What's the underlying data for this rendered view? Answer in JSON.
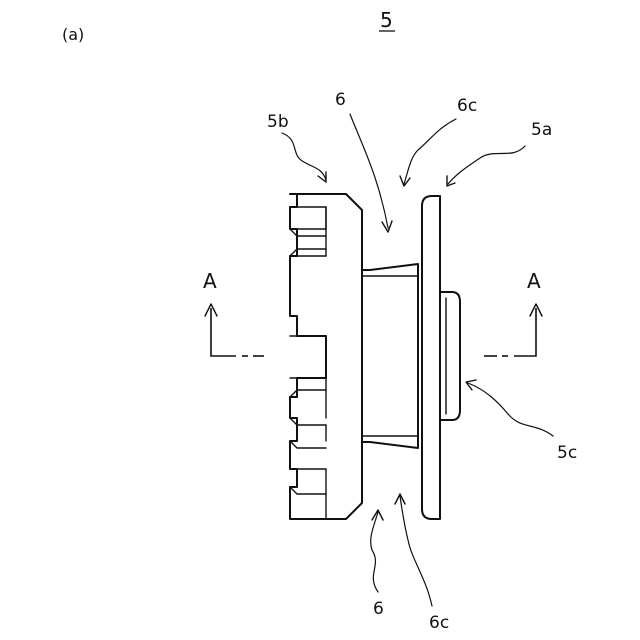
{
  "figure": {
    "sub_label": "(a)",
    "main_label": "5",
    "labels": {
      "part_5b": "5b",
      "part_6_top": "6",
      "part_6c_top": "6c",
      "part_5a": "5a",
      "section_left": "A",
      "section_right": "A",
      "part_5c": "5c",
      "part_6_bottom": "6",
      "part_6c_bottom": "6c"
    }
  }
}
